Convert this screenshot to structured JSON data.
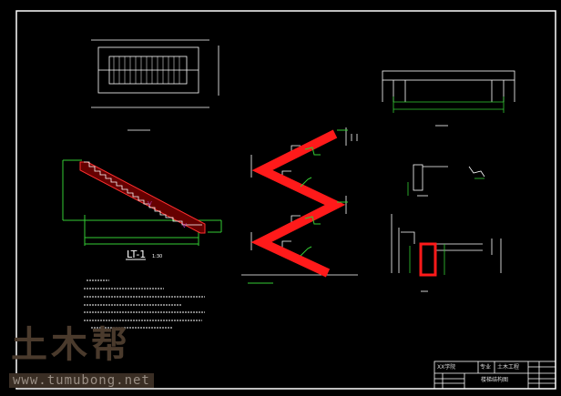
{
  "drawing": {
    "stair_label": "LT-1",
    "stair_scale": "1:30",
    "colors": {
      "background": "#000000",
      "frame": "#ffffff",
      "stair_section": "#ff1a1a",
      "dimension": "#33cc33",
      "accent_mark": "#aa33aa"
    }
  },
  "title_block": {
    "school": "XX学院",
    "major_label": "专业",
    "major": "土木工程",
    "drawing_name": "楼梯结构图"
  },
  "watermark": {
    "logo": "土木帮",
    "url": "www.tumubong.net"
  }
}
